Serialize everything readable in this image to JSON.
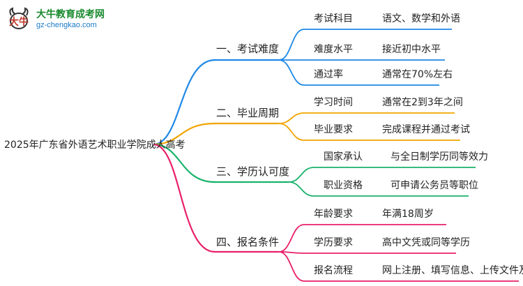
{
  "logo": {
    "site_name": "大牛教育成考网",
    "url": "gz-chengkao.com"
  },
  "root": {
    "label": "2025年广东省外语艺术职业学院成人高考"
  },
  "branches": [
    {
      "label": "一、考试难度",
      "color": "#1e88e5",
      "leaves": [
        {
          "key": "考试科目",
          "value": "语文、数学和外语"
        },
        {
          "key": "难度水平",
          "value": "接近初中水平"
        },
        {
          "key": "通过率",
          "value": "通常在70%左右"
        }
      ]
    },
    {
      "label": "二、毕业周期",
      "color": "#f0a500",
      "leaves": [
        {
          "key": "学习时间",
          "value": "通常在2到3年之间"
        },
        {
          "key": "毕业要求",
          "value": "完成课程并通过考试"
        }
      ]
    },
    {
      "label": "三、学历认可度",
      "color": "#19b36b",
      "leaves": [
        {
          "key": "国家承认",
          "value": "与全日制学历同等效力"
        },
        {
          "key": "职业资格",
          "value": "可申请公务员等职位"
        }
      ]
    },
    {
      "label": "四、报名条件",
      "color": "#e8206a",
      "leaves": [
        {
          "key": "年龄要求",
          "value": "年满18周岁"
        },
        {
          "key": "学历要求",
          "value": "高中文凭或同等学历"
        },
        {
          "key": "报名流程",
          "value": "网上注册、填写信息、上传文件及缴费"
        }
      ]
    }
  ]
}
